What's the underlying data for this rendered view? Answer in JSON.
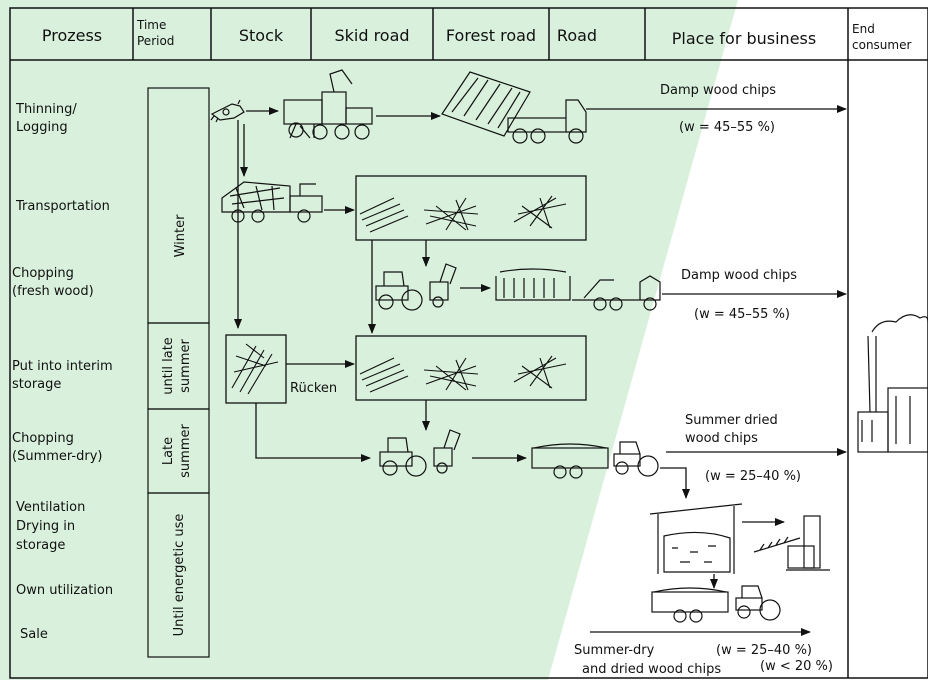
{
  "header": {
    "cols": [
      {
        "id": "prozess",
        "label": "Prozess"
      },
      {
        "id": "time",
        "label_lines": [
          "Time",
          "Period"
        ]
      },
      {
        "id": "stock",
        "label": "Stock"
      },
      {
        "id": "skid",
        "label": "Skid road"
      },
      {
        "id": "forest",
        "label": "Forest road"
      },
      {
        "id": "road",
        "label": "Road"
      },
      {
        "id": "place",
        "label": "Place for business"
      },
      {
        "id": "end",
        "label_lines": [
          "End",
          "consumer"
        ]
      }
    ]
  },
  "processes": [
    {
      "lines": [
        "Thinning/",
        "Logging"
      ]
    },
    {
      "lines": [
        "Transportation"
      ]
    },
    {
      "lines": [
        "Chopping",
        "(fresh wood)"
      ]
    },
    {
      "lines": [
        "Put into interim",
        "storage"
      ]
    },
    {
      "lines": [
        "Chopping",
        "(Summer-dry)"
      ]
    },
    {
      "lines": [
        "Ventilation",
        "Drying in",
        "storage"
      ]
    },
    {
      "lines": [
        "Own utilization"
      ]
    },
    {
      "lines": [
        "Sale"
      ]
    }
  ],
  "periods": [
    {
      "lines": [
        "Winter"
      ]
    },
    {
      "lines": [
        "until late",
        "summer"
      ]
    },
    {
      "lines": [
        "Late",
        "summer"
      ]
    },
    {
      "lines": [
        "Until energetic use"
      ]
    }
  ],
  "annotations": {
    "damp1_label": "Damp wood chips",
    "damp1_w": "(w = 45–55 %)",
    "damp2_label": "Damp wood chips",
    "damp2_w": "(w = 45–55 %)",
    "summer_label_1": "Summer dried",
    "summer_label_2": "wood chips",
    "summer_w": "(w = 25–40 %)",
    "ruecken": "Rücken",
    "sale_label_1": "Summer-dry",
    "sale_label_2": "and dried wood chips",
    "sale_w1": "(w = 25–40 %)",
    "sale_w2": "(w < 20 %)"
  },
  "colors": {
    "green_area": "#d9f1dc",
    "line": "#111111"
  }
}
